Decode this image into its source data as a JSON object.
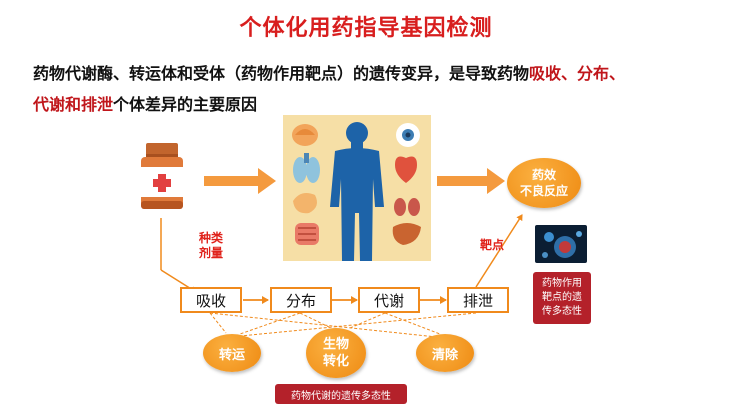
{
  "title": "个体化用药指导基因检测",
  "intro": {
    "part1": "药物代谢酶、转运体和受体（药物作用靶点）的遗传变异，是导致药物",
    "hl1": "吸收、分布、",
    "hl2": "代谢和排泄",
    "part2": "个体差异的主要原因"
  },
  "labels": {
    "type_dose_1": "种类",
    "type_dose_2": "剂量",
    "target": "靶点"
  },
  "process": [
    "吸收",
    "分布",
    "代谢",
    "排泄"
  ],
  "outcome": {
    "line1": "药效",
    "line2": "不良反应"
  },
  "mechanisms": {
    "transport": "转运",
    "biotrans_1": "生物",
    "biotrans_2": "转化",
    "clearance": "清除"
  },
  "tags": {
    "target_poly_1": "药物作用",
    "target_poly_2": "靶点的遗",
    "target_poly_3": "传多态性",
    "metab_poly": "药物代谢的遗传多态性"
  },
  "colors": {
    "title": "#d81e1e",
    "highlight": "#c0161b",
    "orange": "#f08a1c",
    "tag": "#b4212a",
    "body_figure": "#1d63a8",
    "panel": "#f6dfa6"
  },
  "icons": [
    "medicine-bottle-icon",
    "human-body-figure",
    "organ-icons",
    "cell-image"
  ]
}
